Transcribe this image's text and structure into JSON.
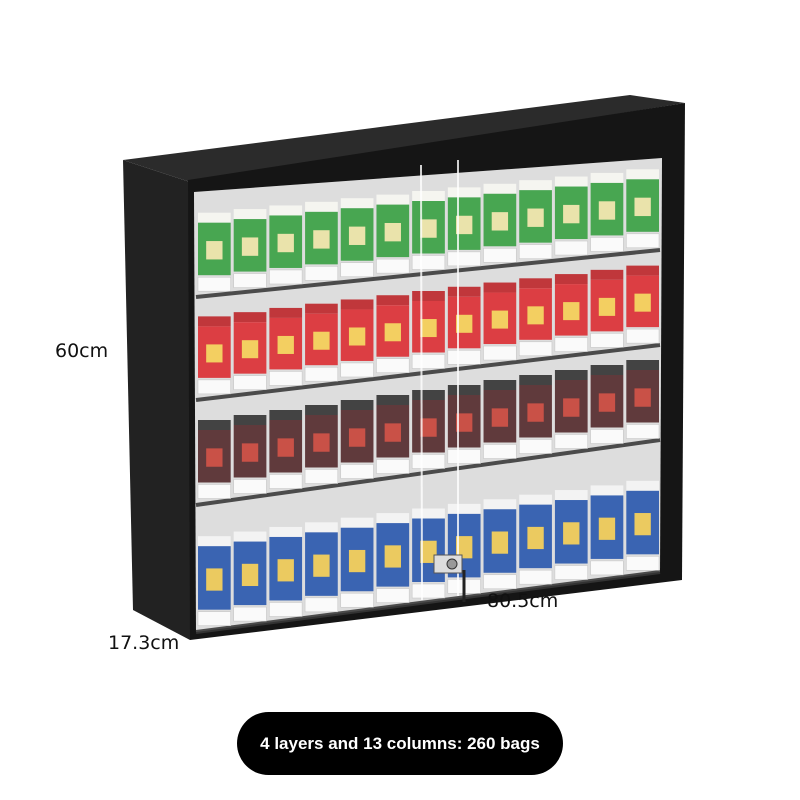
{
  "dimensions": {
    "height": "60cm",
    "width": "80.5cm",
    "depth": "17.3cm"
  },
  "caption": "4 layers and 13 columns: 260 bags",
  "product": {
    "layers": 4,
    "columns": 13,
    "row_colors": [
      {
        "body": "#2f9a3a",
        "top": "#f4f4ee",
        "band": "#e8e0a0"
      },
      {
        "body": "#d8242a",
        "top": "#b81c20",
        "band": "#f2c94c"
      },
      {
        "body": "#4a1f22",
        "top": "#2a2a2a",
        "band": "#c23a2e"
      },
      {
        "body": "#1f4fa8",
        "top": "#f2f2f2",
        "band": "#e9c34a"
      }
    ],
    "frame_color": "#1a1a1a"
  }
}
